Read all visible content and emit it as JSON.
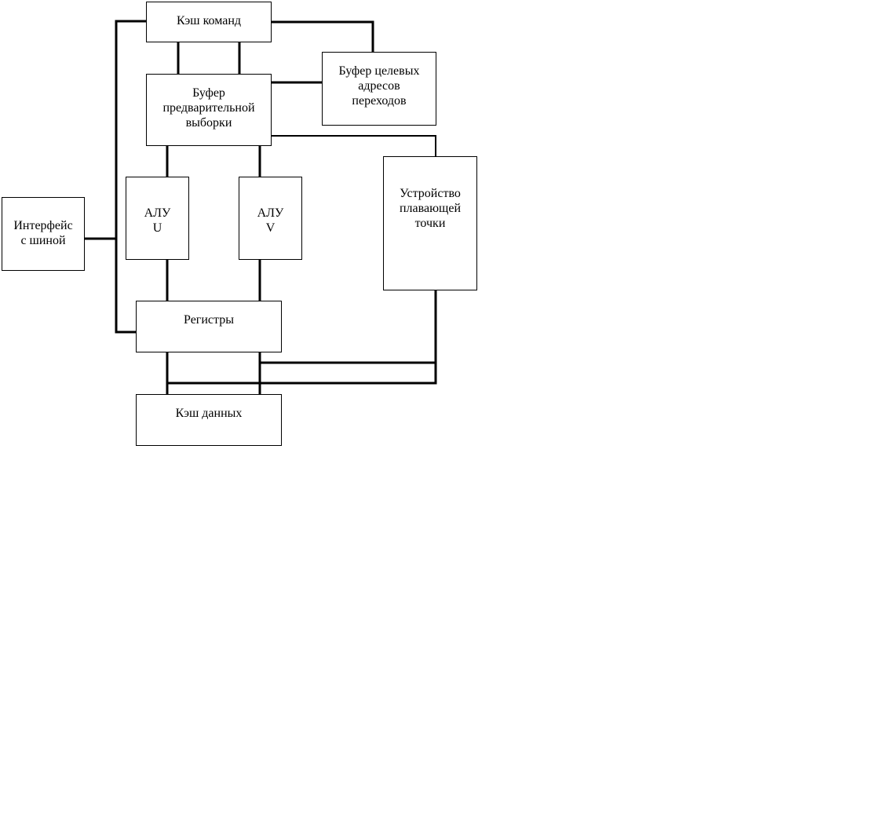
{
  "diagram": {
    "blocks": {
      "instruction_cache": "Кэш команд",
      "branch_target_buffer": "Буфер целевых\nадресов\nпереходов",
      "prefetch_buffer": "Буфер\nпредварительной\nвыборки",
      "bus_interface": "Интерфейс\nс шиной",
      "alu_u": "АЛУ\nU",
      "alu_v": "АЛУ\nV",
      "fpu": "Устройство\nплавающей\nточки",
      "registers": "Регистры",
      "data_cache": "Кэш данных"
    }
  }
}
